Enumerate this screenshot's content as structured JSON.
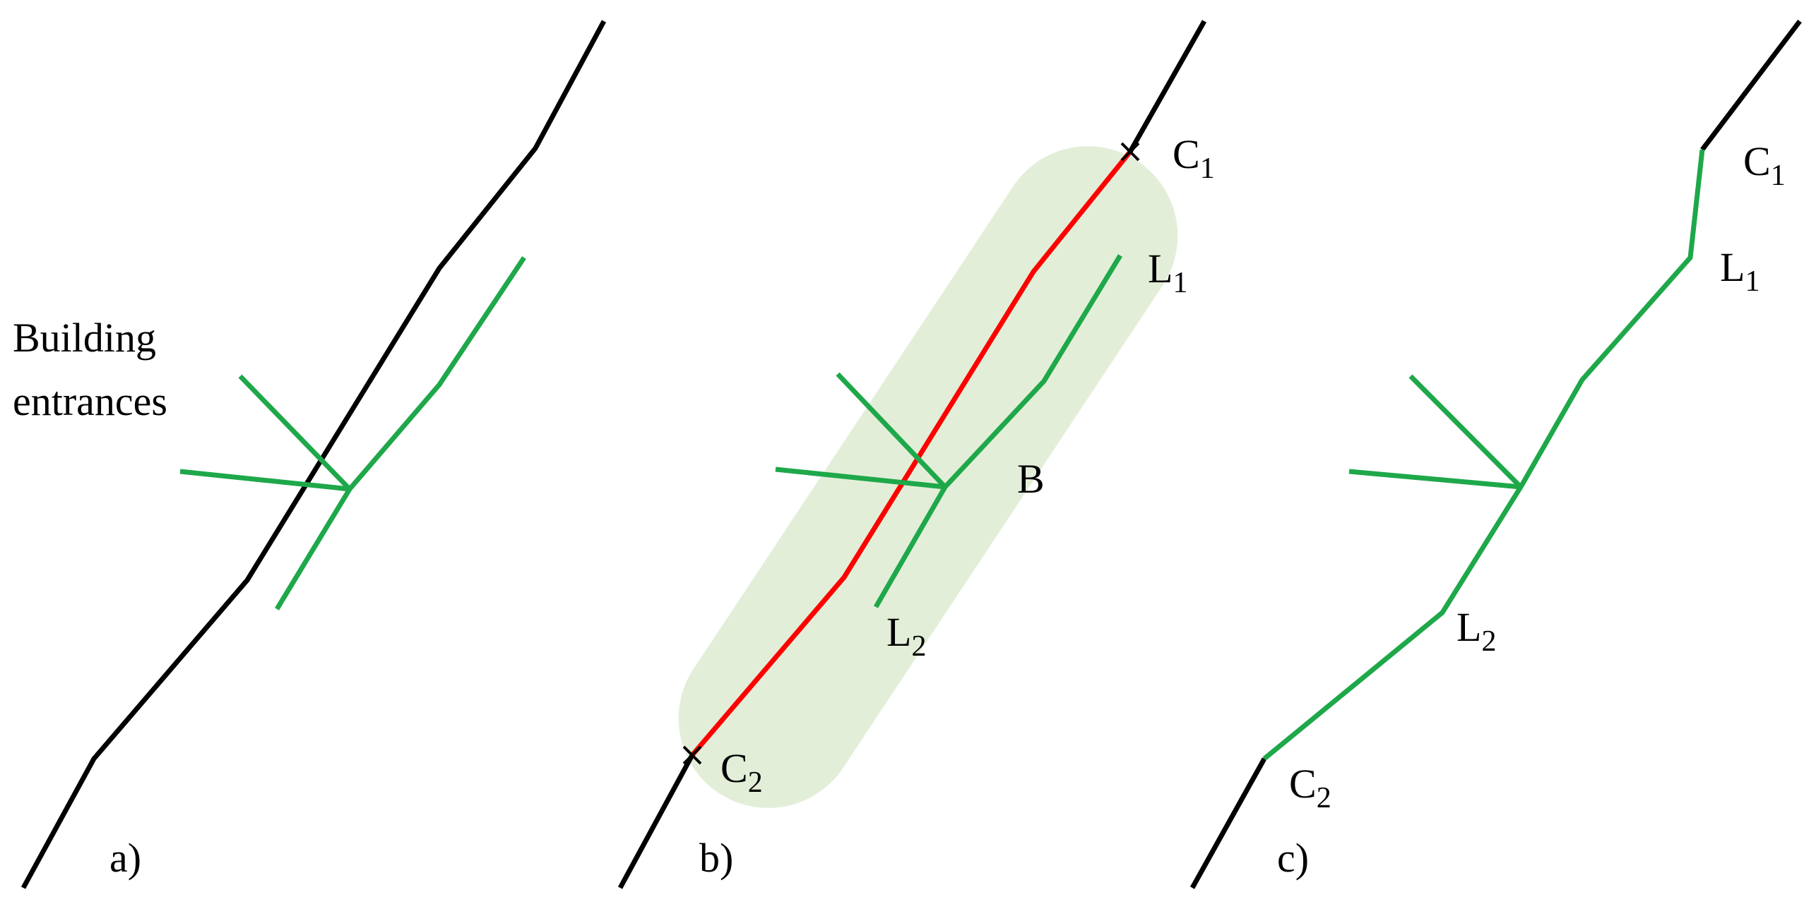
{
  "colors": {
    "road": "#000000",
    "footpath": "#1ea84a",
    "path_segment": "#ff0000",
    "buffer": "#e3eed8",
    "background": "#ffffff"
  },
  "panels": [
    {
      "id": "a",
      "tag": "a)",
      "annotation": [
        "Building",
        "entrances"
      ]
    },
    {
      "id": "b",
      "tag": "b)",
      "labels": {
        "c1": {
          "main": "C",
          "sub": "1"
        },
        "c2": {
          "main": "C",
          "sub": "2"
        },
        "l1": {
          "main": "L",
          "sub": "1"
        },
        "l2": {
          "main": "L",
          "sub": "2"
        },
        "b": "B"
      }
    },
    {
      "id": "c",
      "tag": "c)",
      "labels": {
        "c1": {
          "main": "C",
          "sub": "1"
        },
        "c2": {
          "main": "C",
          "sub": "2"
        },
        "l1": {
          "main": "L",
          "sub": "1"
        },
        "l2": {
          "main": "L",
          "sub": "2"
        }
      }
    }
  ]
}
